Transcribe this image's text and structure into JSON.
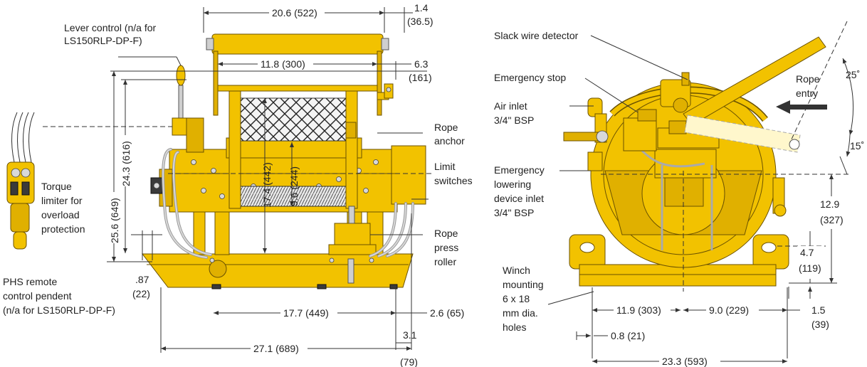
{
  "left_view": {
    "labels": {
      "lever_control_1": "Lever control (n/a for",
      "lever_control_2": "LS150RLP-DP-F)",
      "torque_1": "Torque",
      "torque_2": "limiter for",
      "torque_3": "overload",
      "torque_4": "protection",
      "pendent_1": "PHS remote",
      "pendent_2": "control pendent",
      "pendent_3": "(n/a for LS150RLP-DP-F)",
      "rope_anchor_1": "Rope",
      "rope_anchor_2": "anchor",
      "limit_1": "Limit",
      "limit_2": "switches",
      "press_1": "Rope",
      "press_2": "press",
      "press_3": "roller"
    },
    "dims": {
      "top_width": "20.6 (522)",
      "top_right_1": "1.4",
      "top_right_2": "(36.5)",
      "mid_width": "11.8 (300)",
      "mid_right_1": "6.3",
      "mid_right_2": "(161)",
      "height_616": "24.3 (616)",
      "height_649": "25.6 (649)",
      "drum_442": "17.4 (442)",
      "drum_244": "9.6 (244)",
      "small_1": ".87",
      "small_2": "(22)",
      "base_449": "17.7 (449)",
      "right_65": "2.6 (65)",
      "total_689": "27.1 (689)",
      "r79_1": "3.1",
      "r79_2": "(79)"
    }
  },
  "right_view": {
    "labels": {
      "slack": "Slack wire detector",
      "estop": "Emergency stop",
      "air_1": "Air inlet",
      "air_2": "3/4\" BSP",
      "lower_1": "Emergency",
      "lower_2": "lowering",
      "lower_3": "device inlet",
      "lower_4": "3/4\" BSP",
      "rope_entry_1": "Rope",
      "rope_entry_2": "entry",
      "winch_1": "Winch",
      "winch_2": "mounting",
      "winch_3": "6 x 18",
      "winch_4": "mm dia.",
      "winch_5": "holes"
    },
    "dims": {
      "angle_25": "25˚",
      "angle_15": "15˚",
      "h_327_1": "12.9",
      "h_327_2": "(327)",
      "h_119_1": "4.7",
      "h_119_2": "(119)",
      "w_303": "11.9 (303)",
      "w_229": "9.0 (229)",
      "h_39_1": "1.5",
      "h_39_2": "(39)",
      "w_21": "0.8 (21)",
      "w_593": "23.3 (593)"
    }
  },
  "colors": {
    "body_yellow": "#f2c200",
    "outline": "#6b5200"
  }
}
